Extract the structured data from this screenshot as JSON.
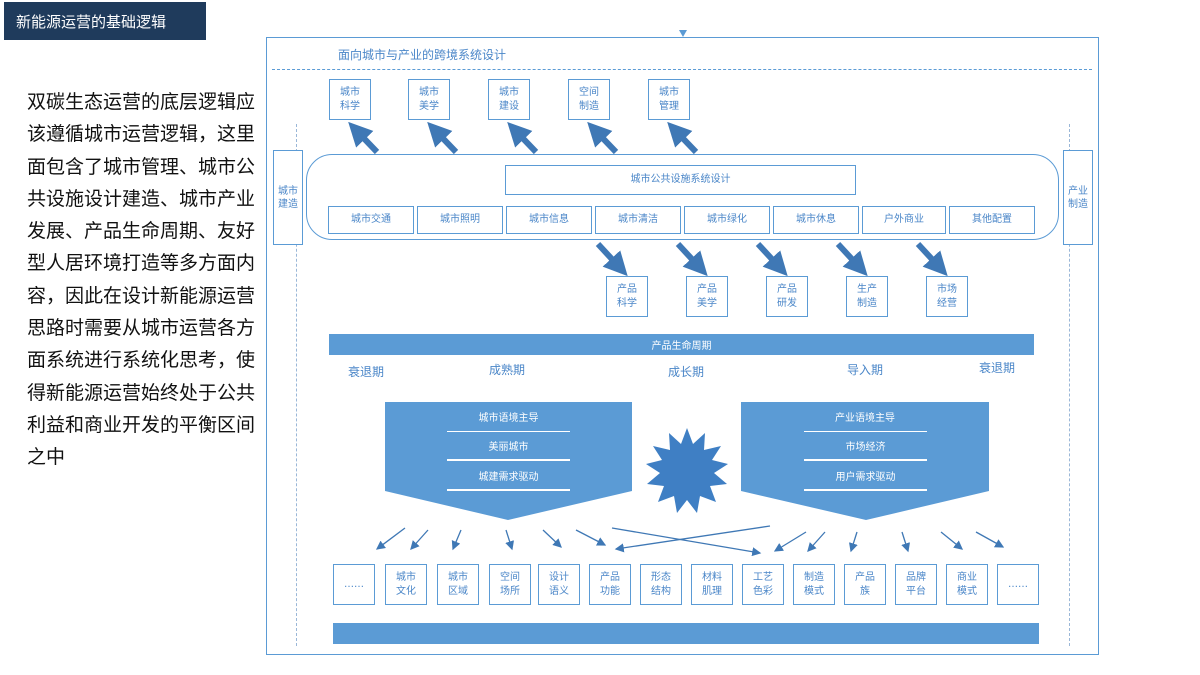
{
  "title": "新能源运营的基础逻辑",
  "intro": "双碳生态运营的底层逻辑应该遵循城市运营逻辑，这里面包含了城市管理、城市公共设施设计建造、城市产业发展、产品生命周期、友好型人居环境打造等多方面内容，因此在设计新能源运营思路时需要从城市运营各方面系统进行系统化思考，使得新能源运营始终处于公共利益和商业开发的平衡区间之中",
  "diagram": {
    "frame_title": "面向城市与产业的跨境系统设计",
    "top_boxes": [
      "城市\n科学",
      "城市\n美学",
      "城市\n建设",
      "空间\n制造",
      "城市\n管理"
    ],
    "left_side": "城市\n建造",
    "right_side": "产业\n制造",
    "center_title": "城市公共设施系统设计",
    "facilities": [
      "城市交通",
      "城市照明",
      "城市信息",
      "城市清洁",
      "城市绿化",
      "城市休息",
      "户外商业",
      "其他配置"
    ],
    "product_boxes": [
      "产品\n科学",
      "产品\n美学",
      "产品\n研发",
      "生产\n制造",
      "市场\n经营"
    ],
    "lifecycle_bar": "产品生命周期",
    "phases": [
      "衰退期",
      "成熟期",
      "成长期",
      "导入期",
      "衰退期"
    ],
    "left_block": {
      "header": "城市语境主导",
      "rows": [
        "美丽城市",
        "城建需求驱动"
      ]
    },
    "right_block": {
      "header": "产业语境主导",
      "rows": [
        "市场经济",
        "用户需求驱动"
      ]
    },
    "bottom_boxes": [
      "……",
      "城市\n文化",
      "城市\n区域",
      "空间\n场所",
      "设计\n语义",
      "产品\n功能",
      "形态\n结构",
      "材料\n肌理",
      "工艺\n色彩",
      "制造\n模式",
      "产品\n族",
      "品牌\n平台",
      "商业\n模式",
      "……"
    ],
    "colors": {
      "accent": "#5b9bd5",
      "arrow": "#3f78b5",
      "title_bg": "#1f3b5c"
    }
  }
}
